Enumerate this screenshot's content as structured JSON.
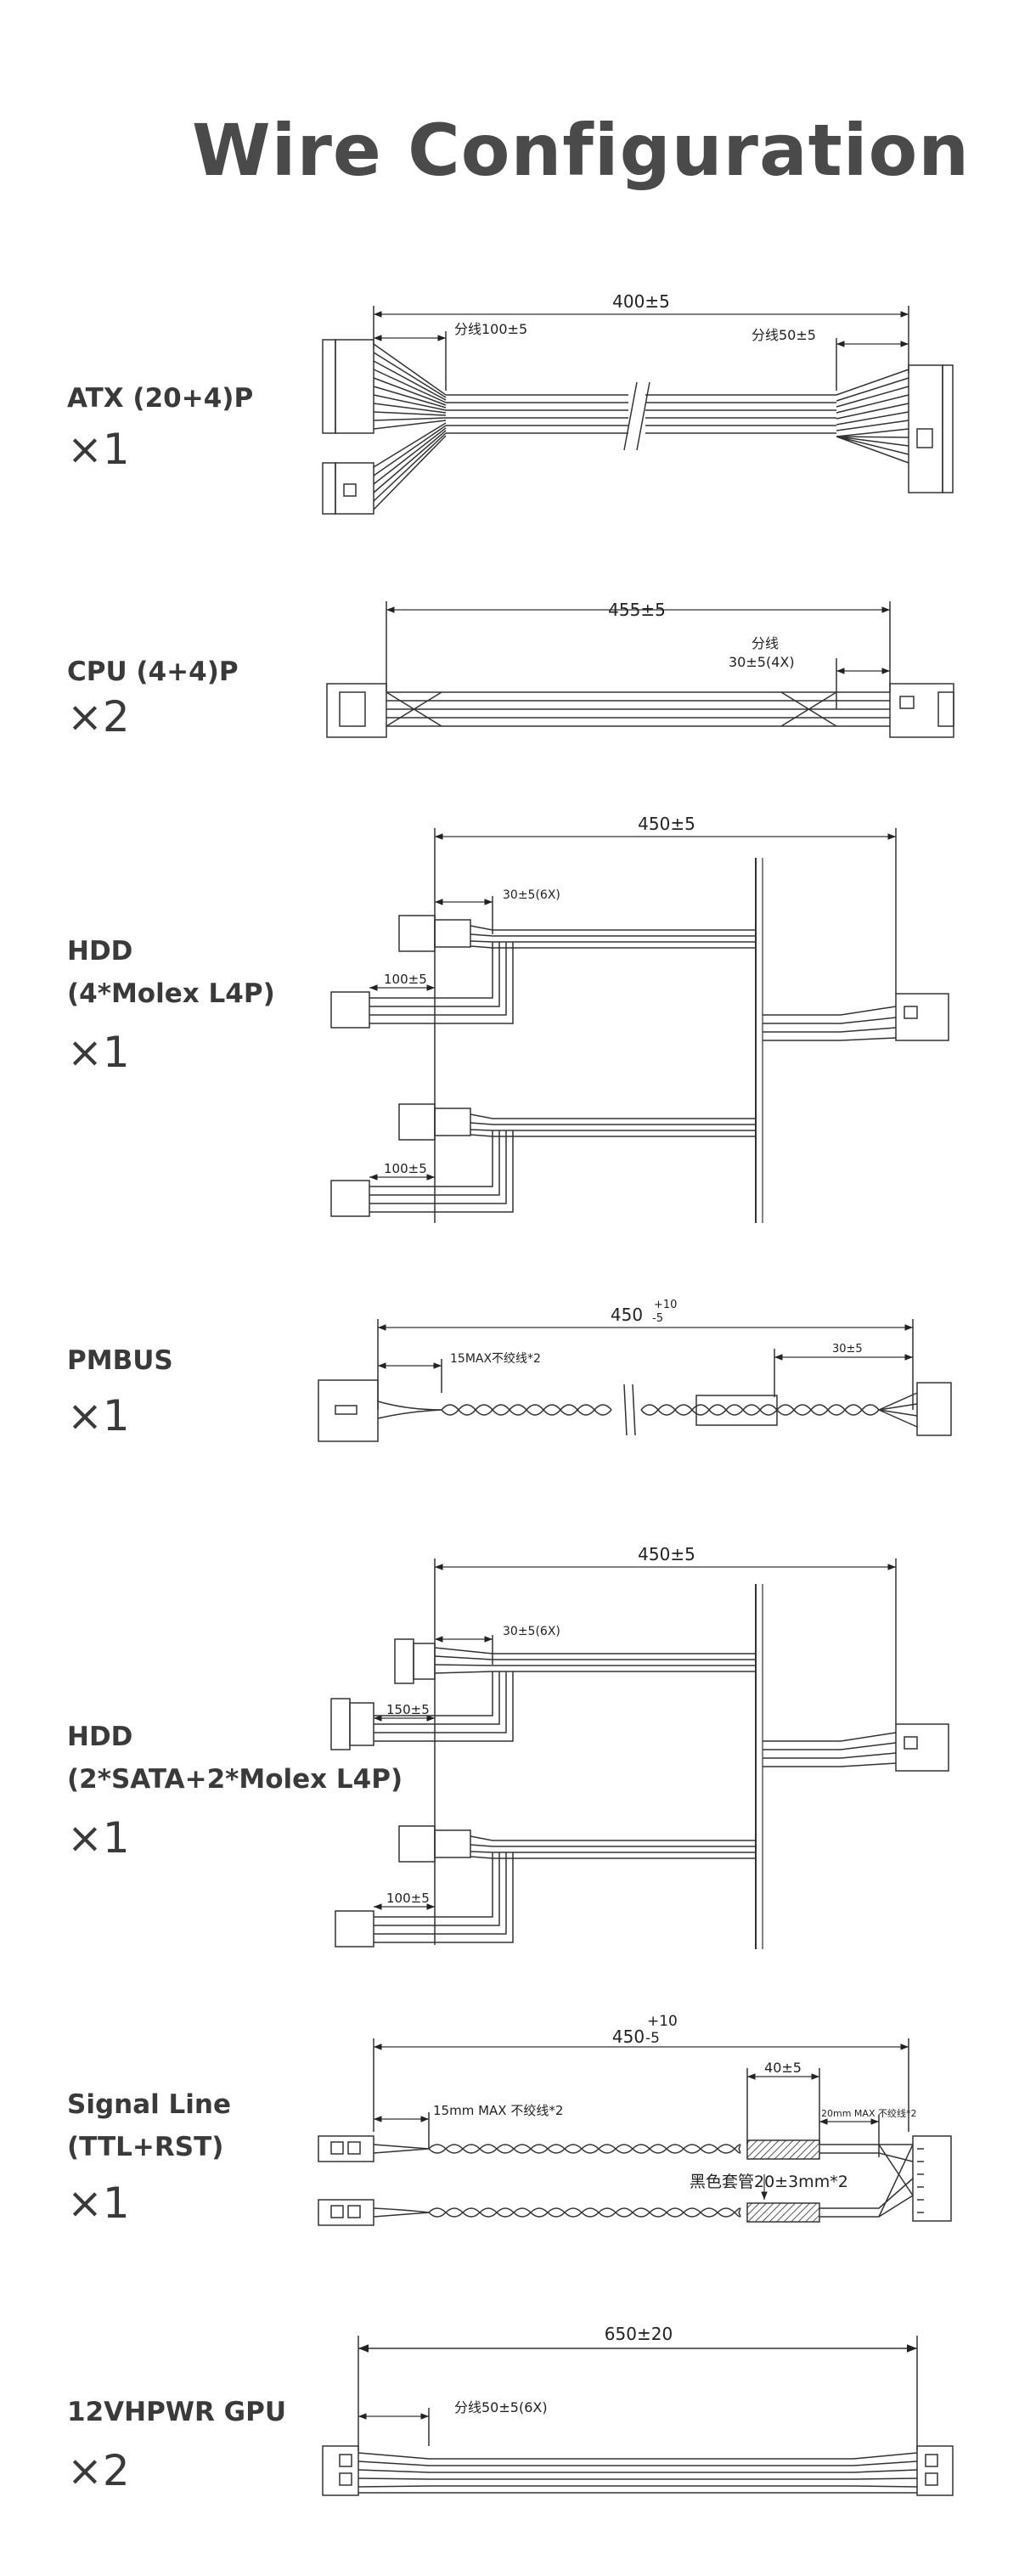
{
  "title": "Wire Configuration",
  "cables": [
    {
      "name": "ATX  (20+4)P",
      "qty": "×1",
      "dims": {
        "total": "400±5",
        "split_a": "分线100±5",
        "split_b": "分线50±5"
      }
    },
    {
      "name": "CPU (4+4)P",
      "qty": "×2",
      "dims": {
        "total": "455±5",
        "split_title": "分线",
        "split_value": "30±5(4X)"
      }
    },
    {
      "name_lines": [
        "HDD",
        "(4*Molex L4P)"
      ],
      "qty": "×1",
      "dims": {
        "total": "450±5",
        "split": "30±5(6X)",
        "branch_a": "100±5",
        "branch_b": "100±5"
      }
    },
    {
      "name": "PMBUS",
      "qty": "×1",
      "dims": {
        "total": "450",
        "tol_upper": "+10",
        "tol_lower": "-5",
        "twist": "15MAX不绞线*2",
        "end": "30±5"
      }
    },
    {
      "name_lines": [
        "HDD",
        "(2*SATA+2*Molex L4P)"
      ],
      "qty": "×1",
      "dims": {
        "total": "450±5",
        "split": "30±5(6X)",
        "branch_a": "150±5",
        "branch_b": "100±5"
      }
    },
    {
      "name_lines": [
        "Signal Line",
        "(TTL+RST)"
      ],
      "qty": "×1",
      "dims": {
        "total": "450",
        "tol_upper": "+10",
        "tol_lower": "-5",
        "sleeve_len": "40±5",
        "twist": "15mm MAX 不绞线*2",
        "end_twist": "20mm MAX 不绞线*2",
        "sleeve": "黑色套管20±3mm*2"
      }
    },
    {
      "name": "12VHPWR GPU",
      "qty": "×2",
      "dims": {
        "total": "650±20",
        "split": "分线50±5(6X)"
      }
    }
  ],
  "colors": {
    "line": "#333333",
    "text": "#3a3a3a",
    "hatch": "#555555"
  }
}
